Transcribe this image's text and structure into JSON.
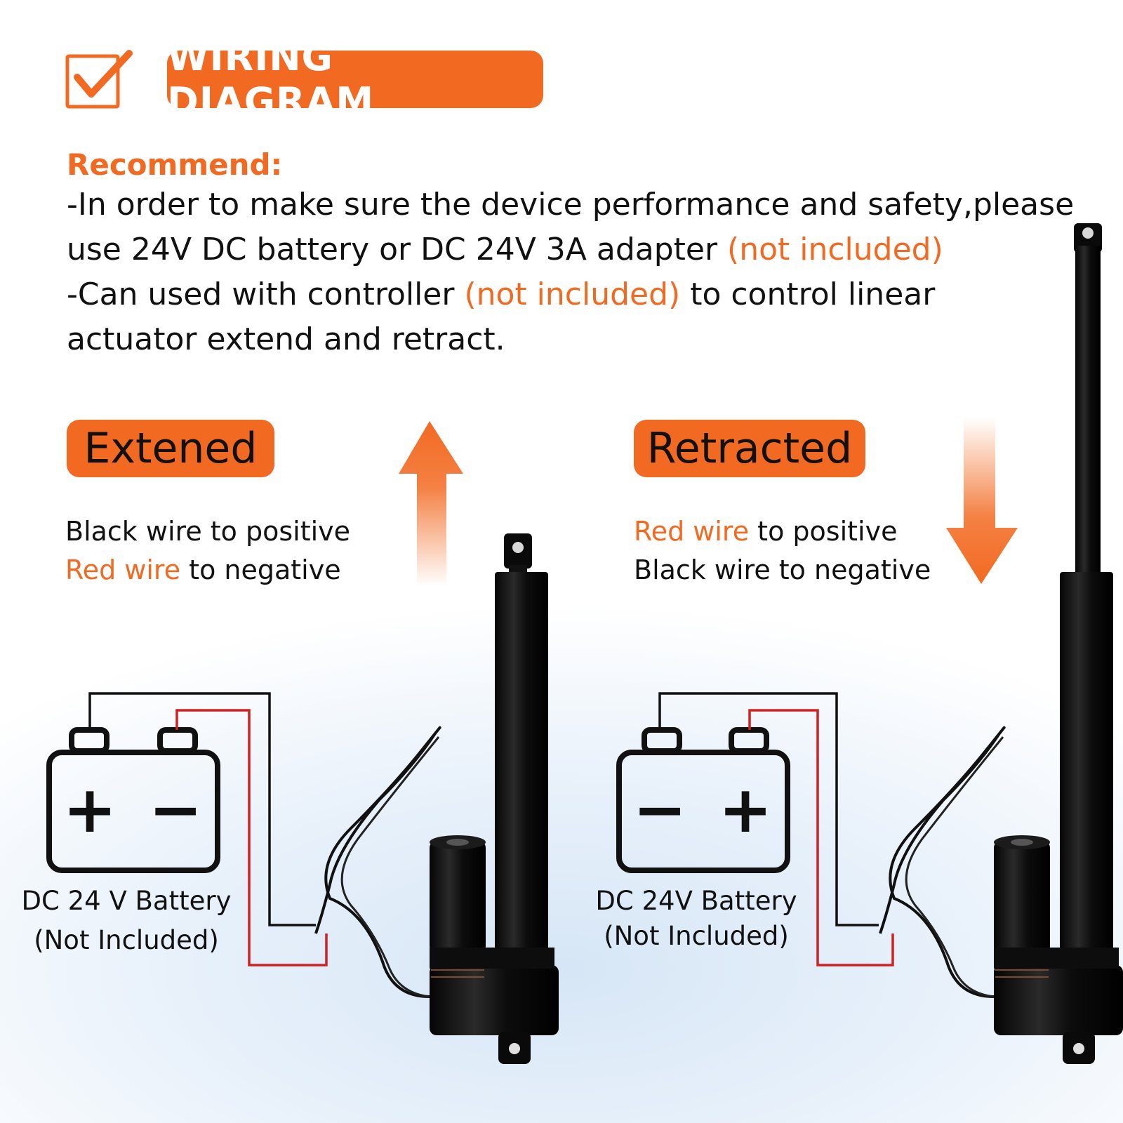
{
  "header": {
    "title": "WIRING DIAGRAM"
  },
  "recommend": {
    "title": "Recommend:",
    "line1": "-In order to make sure the device performance and safety,please",
    "line2_text": "use 24V DC battery or DC 24V 3A adapter ",
    "line2_note": "(not included)",
    "line3_pre": "-Can used with controller ",
    "line3_note": "(not included)",
    "line3_post": " to control linear",
    "line4": "actuator extend and retract."
  },
  "extended": {
    "badge": "Extened",
    "line1_black": "Black wire to positive",
    "line2_red": "Red wire",
    "line2_rest": " to negative",
    "battery_left_symbol": "+",
    "battery_right_symbol": "−",
    "battery_label": "DC 24 V Battery",
    "battery_note": "(Not Included)"
  },
  "retracted": {
    "badge": "Retracted",
    "line1_red": "Red wire",
    "line1_rest": " to positive",
    "line2_black": "Black wire to negative",
    "battery_left_symbol": "−",
    "battery_right_symbol": "+",
    "battery_label": "DC 24V Battery",
    "battery_note": "(Not Included)"
  },
  "colors": {
    "accent": "#f26a22",
    "red_wire": "#d0201f",
    "black_wire": "#111111"
  }
}
